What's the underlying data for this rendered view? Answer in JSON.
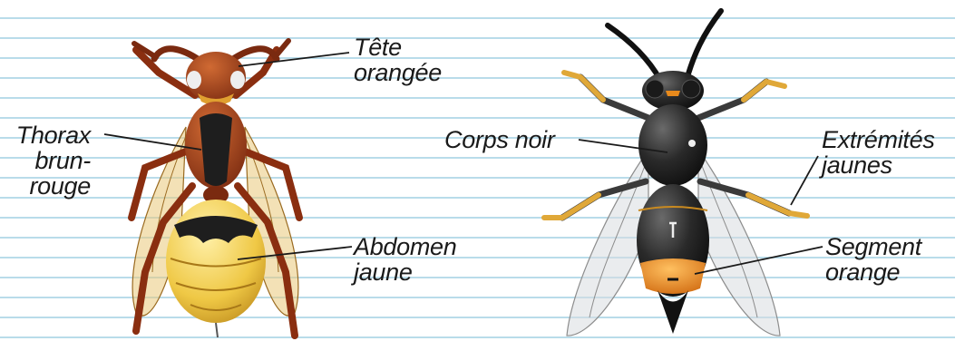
{
  "colors": {
    "paper_lines": "#b9dcea",
    "european_hornet_head": "#b4531f",
    "european_hornet_abdomen": "#e8b830",
    "asian_hornet_body": "#222222",
    "asian_hornet_orange": "#e88a1c",
    "asian_hornet_legs": "#e0a838"
  },
  "european_hornet": {
    "head_label": [
      "Tête",
      "orangée"
    ],
    "thorax_label": [
      "Thorax",
      "brun-",
      "rouge"
    ],
    "abdomen_label": [
      "Abdomen",
      "jaune"
    ]
  },
  "asian_hornet": {
    "body_label": [
      "Corps noir"
    ],
    "legs_label": [
      "Extrémités",
      "jaunes"
    ],
    "segment_label": [
      "Segment",
      "orange"
    ]
  }
}
